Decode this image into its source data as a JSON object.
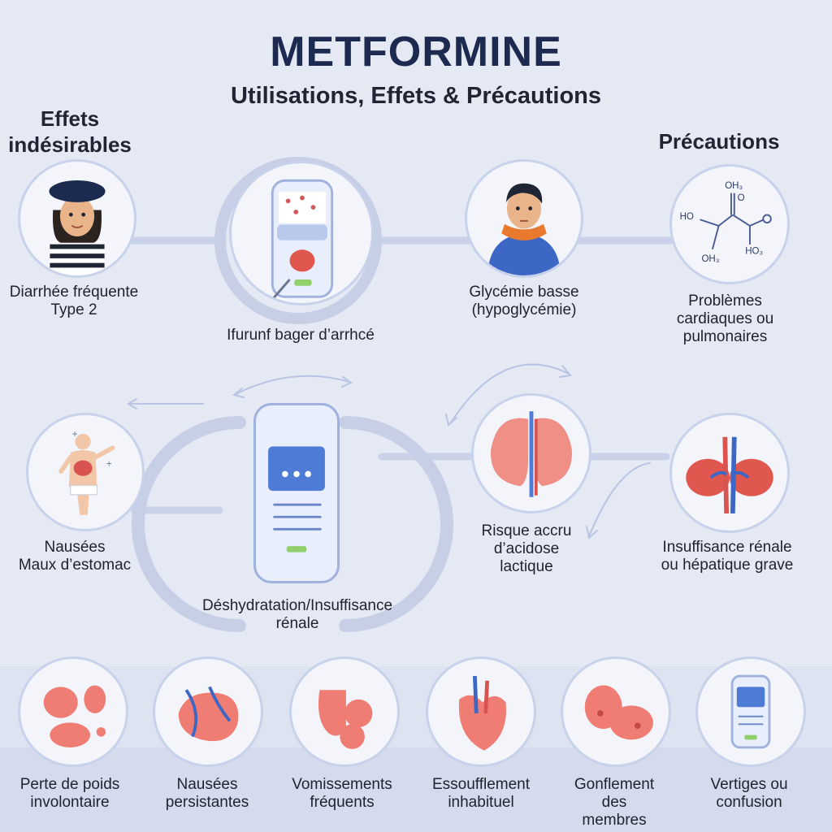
{
  "title": "METFORMINE",
  "subtitle": "Utilisations, Effets & Précautions",
  "headings": {
    "left": "Effets\nindésirables",
    "right": "Précautions"
  },
  "molecule_labels": [
    "OH₃",
    "HO",
    "O",
    "OH₃",
    "HO₃"
  ],
  "row1": [
    {
      "label": "Diarrhée fréquente\nType 2",
      "icon": "woman-beret-icon"
    },
    {
      "label": "Ifurunf bager d’arrhcé",
      "icon": "pill-bottle-icon"
    },
    {
      "label": "Glycémie basse\n(hypoglycémie)",
      "icon": "man-scarf-icon"
    },
    {
      "label": "Problèmes\ncardiaques ou\npulmonaires",
      "icon": "molecule-icon"
    }
  ],
  "row2": [
    {
      "label": "Nausées\nMaux d’estomac",
      "icon": "stomach-person-icon"
    },
    {
      "label": "Déshydratation/Insuffisance\nrénale",
      "icon": "water-bottle-icon"
    },
    {
      "label": "Risque accru\nd’acidose\nlactique",
      "icon": "lungs-icon"
    },
    {
      "label": "Insuffisance rénale\nou hépatique grave",
      "icon": "kidneys-icon"
    }
  ],
  "row3": [
    {
      "label": "Perte de poids\ninvolontaire",
      "icon": "organs-icon"
    },
    {
      "label": "Nausées\npersistantes",
      "icon": "liver-vessels-icon"
    },
    {
      "label": "Vomissements\nfréquents",
      "icon": "stomach-icon"
    },
    {
      "label": "Essoufflement\ninhabituel",
      "icon": "heart-icon"
    },
    {
      "label": "Gonflement\ndes\nmembres",
      "icon": "swelling-icon"
    },
    {
      "label": "Vertiges ou\nconfusion",
      "icon": "device-icon"
    }
  ]
}
